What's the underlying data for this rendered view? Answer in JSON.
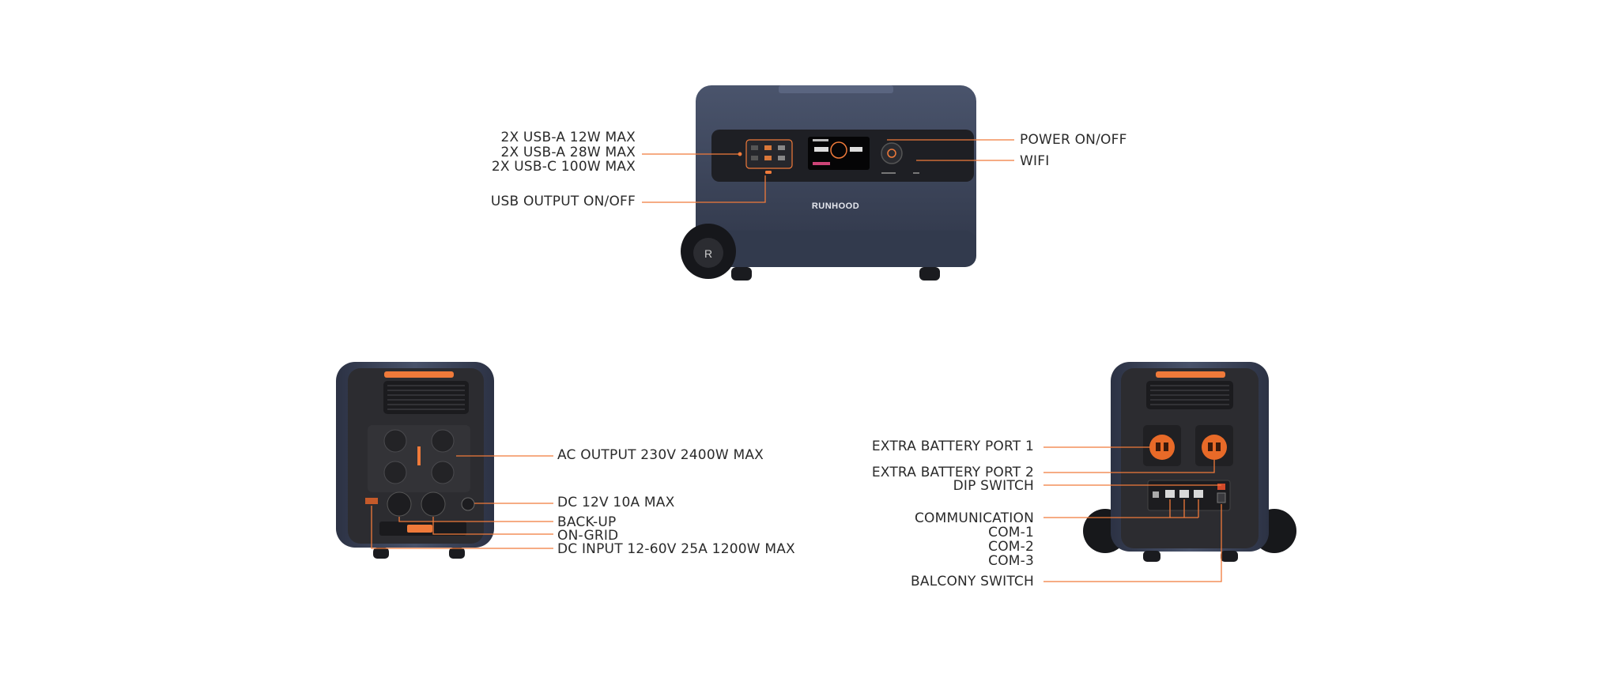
{
  "front": {
    "brand": "RUNHOOD",
    "labels": {
      "usb_a_12": "2X USB-A 12W MAX",
      "usb_a_28": "2X USB-A 28W MAX",
      "usb_c_100": "2X USB-C 100W MAX",
      "usb_output": "USB OUTPUT ON/OFF",
      "power": "POWER ON/OFF",
      "wifi": "WIFI"
    }
  },
  "side_left": {
    "labels": {
      "ac_output": "AC OUTPUT 230V  2400W MAX",
      "dc_12v": "DC 12V 10A MAX",
      "backup": "BACK-UP",
      "on_grid": "ON-GRID",
      "dc_input": "DC INPUT 12-60V 25A 1200W MAX"
    }
  },
  "side_right": {
    "labels": {
      "battery_port_1": "EXTRA BATTERY PORT 1",
      "battery_port_2": "EXTRA BATTERY PORT 2",
      "dip_switch": "DIP SWITCH",
      "communication": "COMMUNICATION",
      "com1": "COM-1",
      "com2": "COM-2",
      "com3": "COM-3",
      "balcony_switch": "BALCONY SWITCH"
    }
  },
  "colors": {
    "accent": "#f07a3a",
    "body_navy": "#3a4358",
    "panel_dark": "#2b2b2e",
    "text": "#2a2a2a"
  }
}
